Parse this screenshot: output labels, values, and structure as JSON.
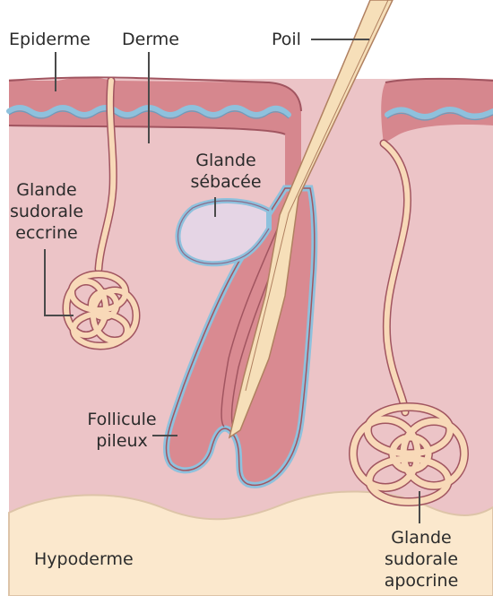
{
  "figure": {
    "labels": {
      "epiderme": "Epiderme",
      "derme": "Derme",
      "poil": "Poil",
      "glande_sebacee": [
        "Glande",
        "sébacée"
      ],
      "glande_sudorale_eccrine": [
        "Glande",
        "sudorale",
        "eccrine"
      ],
      "follicule_pileux": [
        "Follicule",
        "pileux"
      ],
      "hypoderme": "Hypoderme",
      "glande_sudorale_apocrine": [
        "Glande",
        "sudorale",
        "apocrine"
      ]
    },
    "colors": {
      "dermis": "#ecc4c7",
      "epidermis": "#d6878e",
      "basal_layer": "#8ec1dd",
      "hypodermis": "#fbe8cd",
      "hair_shaft": "#f6dfb9",
      "gland_duct": "#f8d9b8",
      "sebaceous_gland": "#e5d5e5",
      "outline": "#a15560",
      "label_text": "#2b2b2b"
    }
  }
}
